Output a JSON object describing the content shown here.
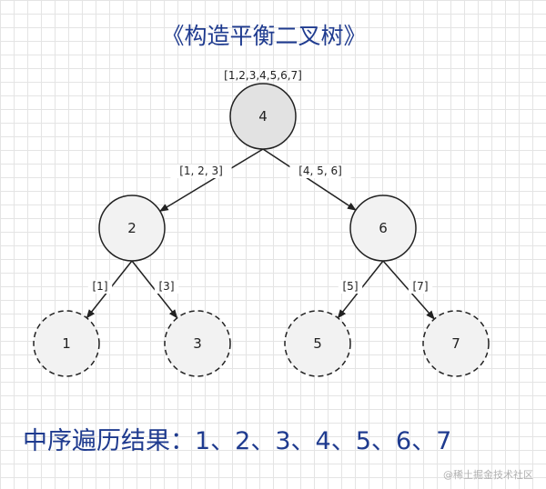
{
  "title": "《构造平衡二叉树》",
  "root_array": "[1,2,3,4,5,6,7]",
  "nodes": [
    {
      "id": "n4",
      "label": "4",
      "fill": "#e2e2e2",
      "dashed": false
    },
    {
      "id": "n2",
      "label": "2",
      "fill": "#f2f2f2",
      "dashed": false
    },
    {
      "id": "n6",
      "label": "6",
      "fill": "#f2f2f2",
      "dashed": false
    },
    {
      "id": "n1",
      "label": "1",
      "fill": "#f2f2f2",
      "dashed": true
    },
    {
      "id": "n3",
      "label": "3",
      "fill": "#f2f2f2",
      "dashed": true
    },
    {
      "id": "n5",
      "label": "5",
      "fill": "#f2f2f2",
      "dashed": true
    },
    {
      "id": "n7",
      "label": "7",
      "fill": "#f2f2f2",
      "dashed": true
    }
  ],
  "edges": [
    {
      "from": "n4",
      "to": "n2",
      "label": "[1, 2, 3]"
    },
    {
      "from": "n4",
      "to": "n6",
      "label": "[4, 5, 6]"
    },
    {
      "from": "n2",
      "to": "n1",
      "label": "[1]"
    },
    {
      "from": "n2",
      "to": "n3",
      "label": "[3]"
    },
    {
      "from": "n6",
      "to": "n5",
      "label": "[5]"
    },
    {
      "from": "n6",
      "to": "n7",
      "label": "[7]"
    }
  ],
  "summary": "中序遍历结果：1、2、3、4、5、6、7",
  "watermark": "@稀土掘金技术社区",
  "colors": {
    "title": "#1f3b8f",
    "stroke": "#222222",
    "grid": "#e4e4e4"
  }
}
